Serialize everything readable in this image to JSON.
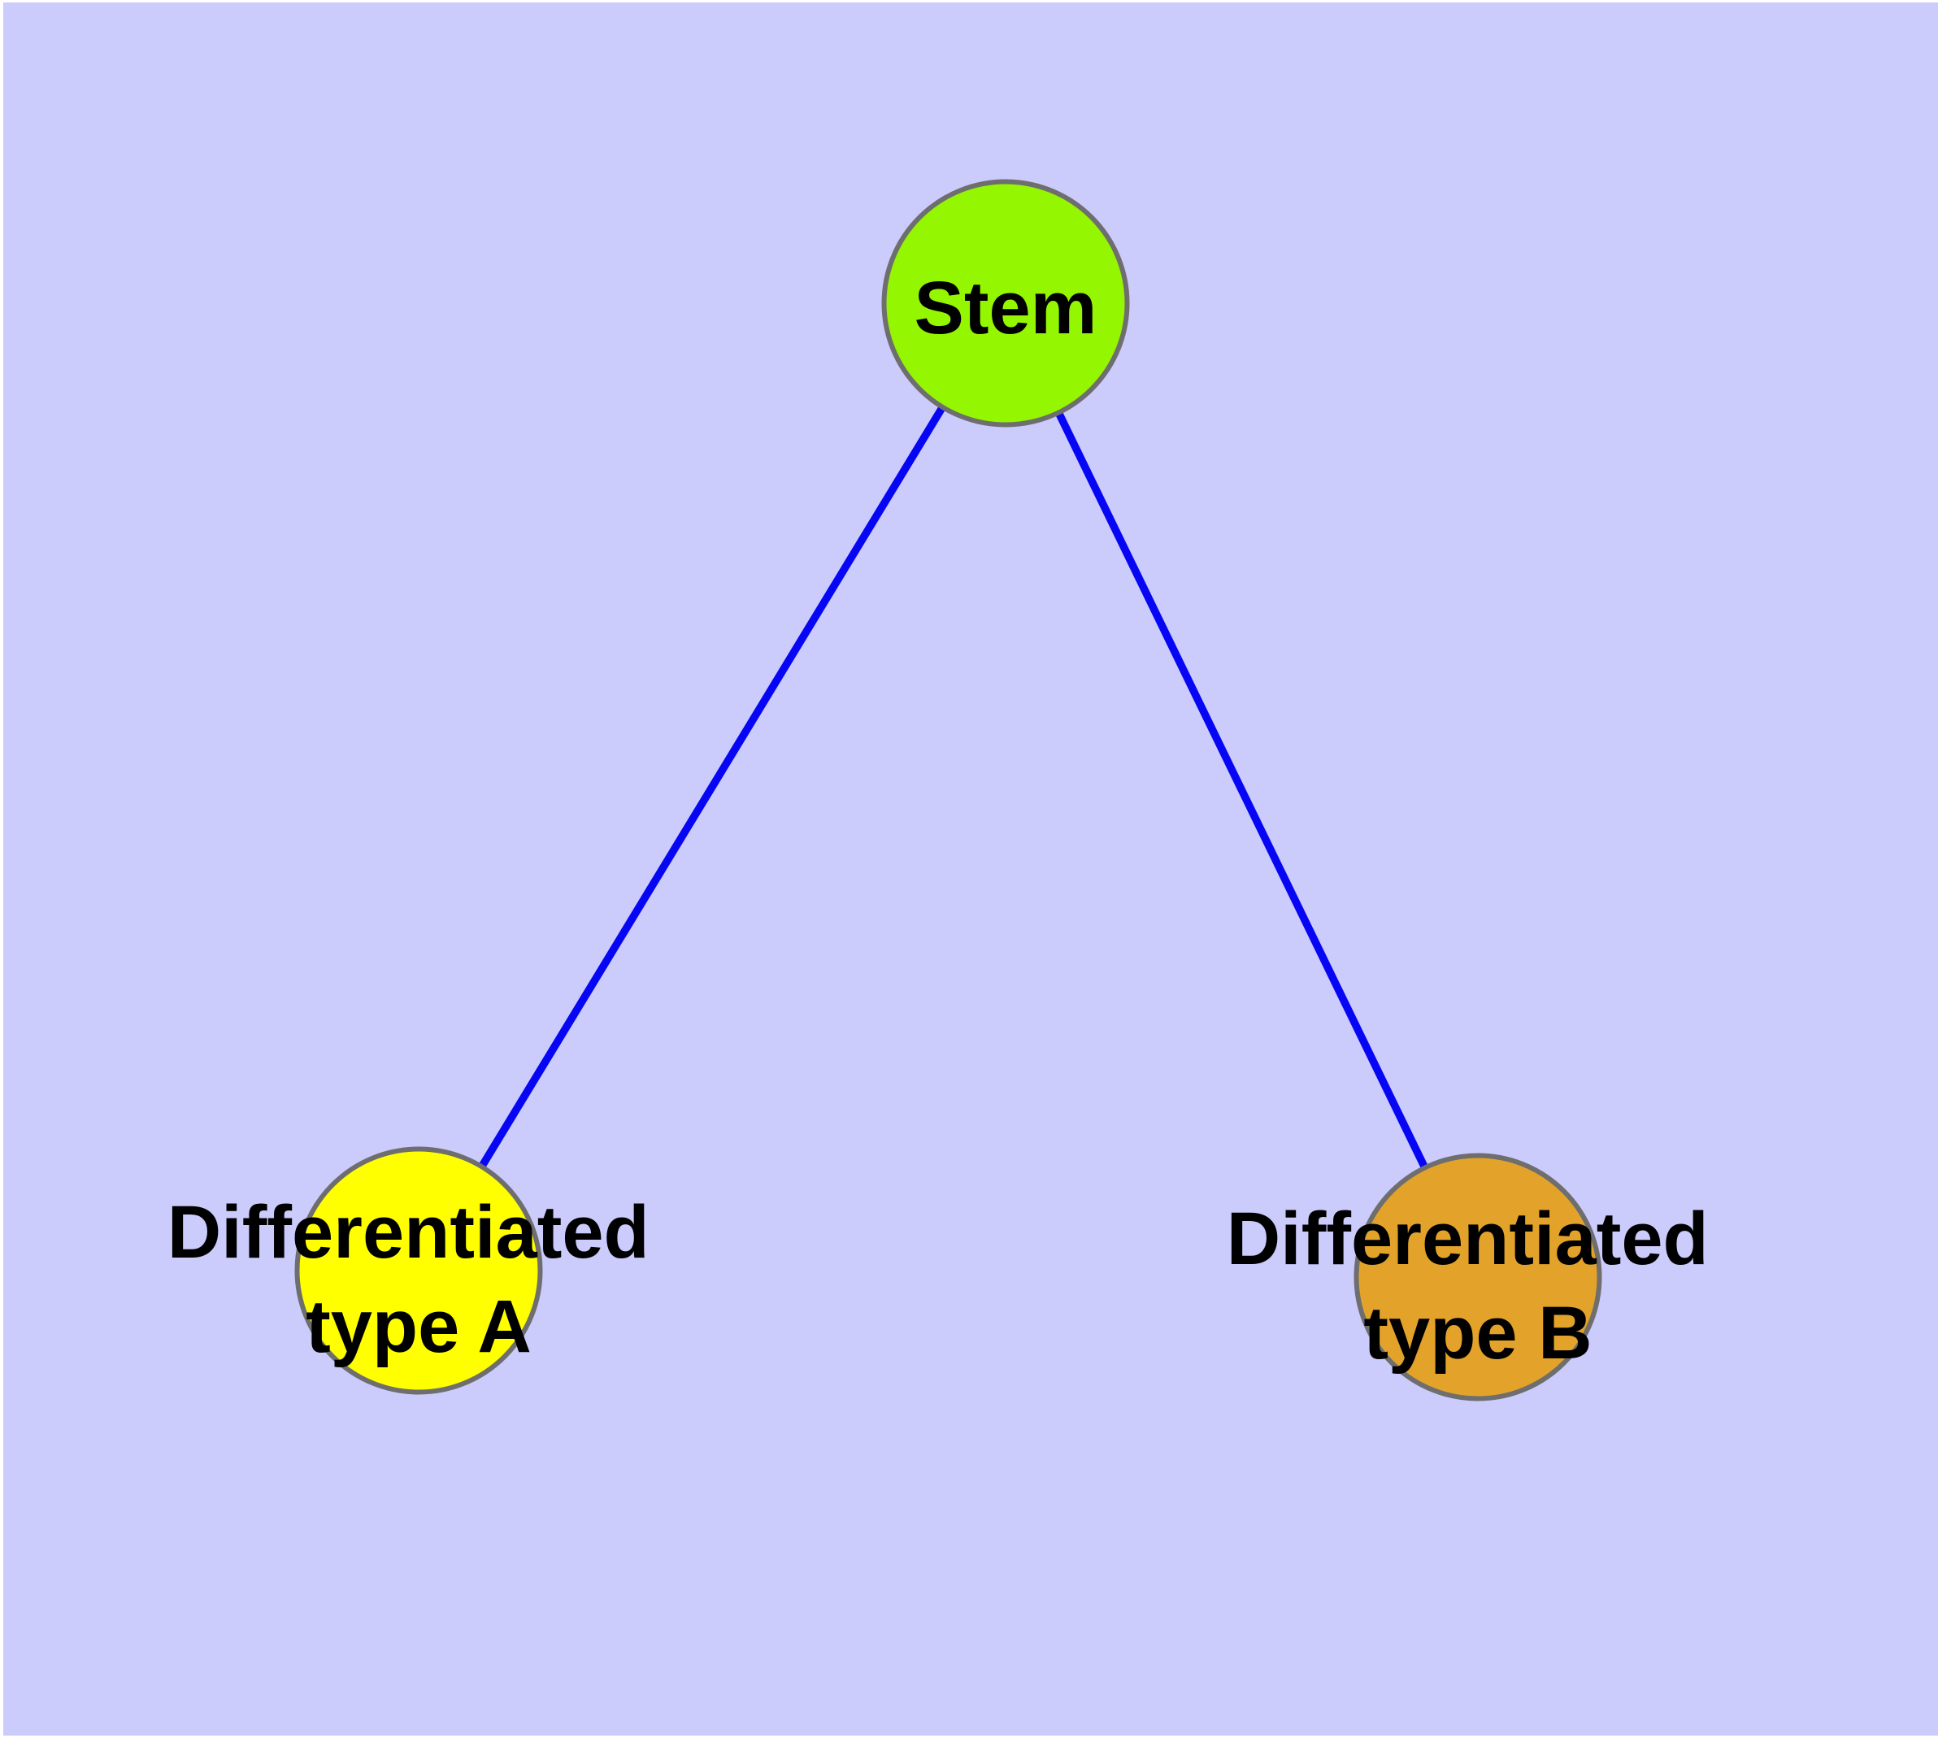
{
  "diagram": {
    "title": "cell-differentiation-graph",
    "background_color": "#CBCBFC",
    "margin_color": "#FFFFFF",
    "edge_color": "#0606F5",
    "node_border_color": "#6E6E6E",
    "label_color": "#000000",
    "nodes": [
      {
        "id": "stem",
        "label": "Stem",
        "fill": "#94F600"
      },
      {
        "id": "differentiated-type-a",
        "label_line1": "Differentiated",
        "label_line2": "type A",
        "fill": "#FFFF00"
      },
      {
        "id": "differentiated-type-b",
        "label_line1": "Differentiated",
        "label_line2": "type B",
        "fill": "#E3A32A"
      }
    ],
    "edges": [
      {
        "from": "stem",
        "to": "differentiated-type-a"
      },
      {
        "from": "stem",
        "to": "differentiated-type-b"
      }
    ]
  }
}
